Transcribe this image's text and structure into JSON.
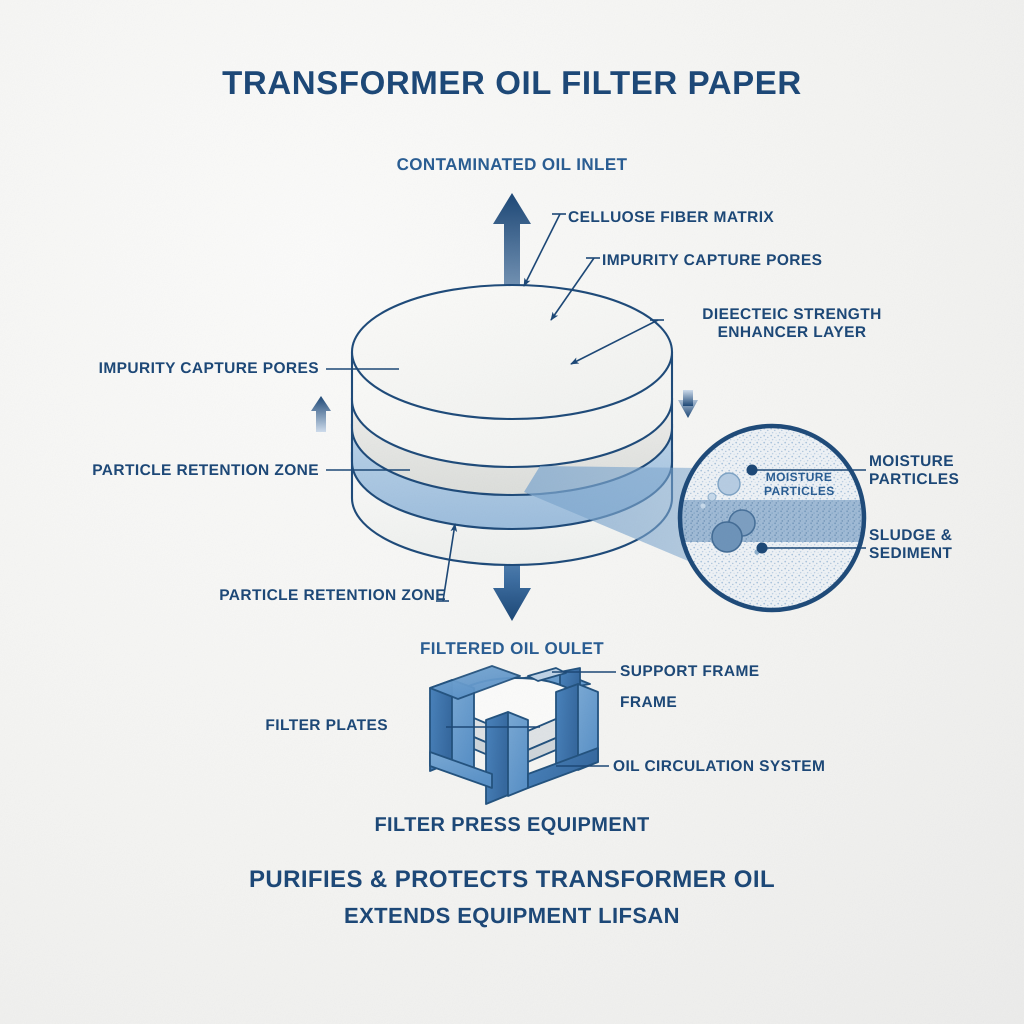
{
  "title": "TRANSFORMER OIL FILTER PAPER",
  "flow": {
    "inlet_label": "CONTAMINATED OIL INLET",
    "outlet_label": "FILTERED OIL OULET"
  },
  "disc_callouts": {
    "cellulose_fiber_matrix": "CELLUOSE FIBER MATRIX",
    "impurity_capture_pores_right": "IMPURITY CAPTURE PORES",
    "dielectric_layer": "DIEECTEIC STRENGTH ENHANCER LAYER",
    "impurity_capture_pores_left": "IMPURITY CAPTURE PORES",
    "particle_retention_zone_upper": "PARTICLE RETENTION ZONE",
    "particle_retention_zone_lower": "PARTICLE RETENTION ZONE"
  },
  "magnifier": {
    "inner_label": "MOISTURE PARTICLES",
    "moisture_particles": "MOISTURE PARTICLES",
    "sludge_sediment": "SLUDGE & SEDIMENT"
  },
  "filter_press": {
    "caption": "FILTER PRESS EQUIPMENT",
    "support_frame": "SUPPORT FRAME",
    "frame": "FRAME",
    "filter_plates": "FILTER PLATES",
    "oil_circulation_system": "OIL CIRCULATION SYSTEM"
  },
  "taglines": {
    "line1": "PURIFIES & PROTECTS TRANSFORMER OIL",
    "line2": "EXTENDS EQUIPMENT LIFSAN"
  },
  "colors": {
    "background": "#f4f4f2",
    "ink_dark": "#1d4877",
    "ink_mid": "#2a5d92",
    "outline": "#1f4b7a",
    "band_blue": "#a9c6e2",
    "band_gray": "#e3e4e2",
    "press_blue": "#5b92c8",
    "press_blue_dark": "#3d78b0",
    "press_blue_light": "#9dbfdd",
    "arrow_dark": "#1d4877",
    "arrow_light": "#b7cde3",
    "cone_blue": "#7fa8cf"
  },
  "icons": {
    "inlet_arrow": "double-arrow-vertical",
    "outlet_arrow": "arrow-down",
    "side_arrow_left": "arrow-up",
    "side_arrow_right": "arrow-down",
    "magnifier": "magnifier-circle"
  }
}
